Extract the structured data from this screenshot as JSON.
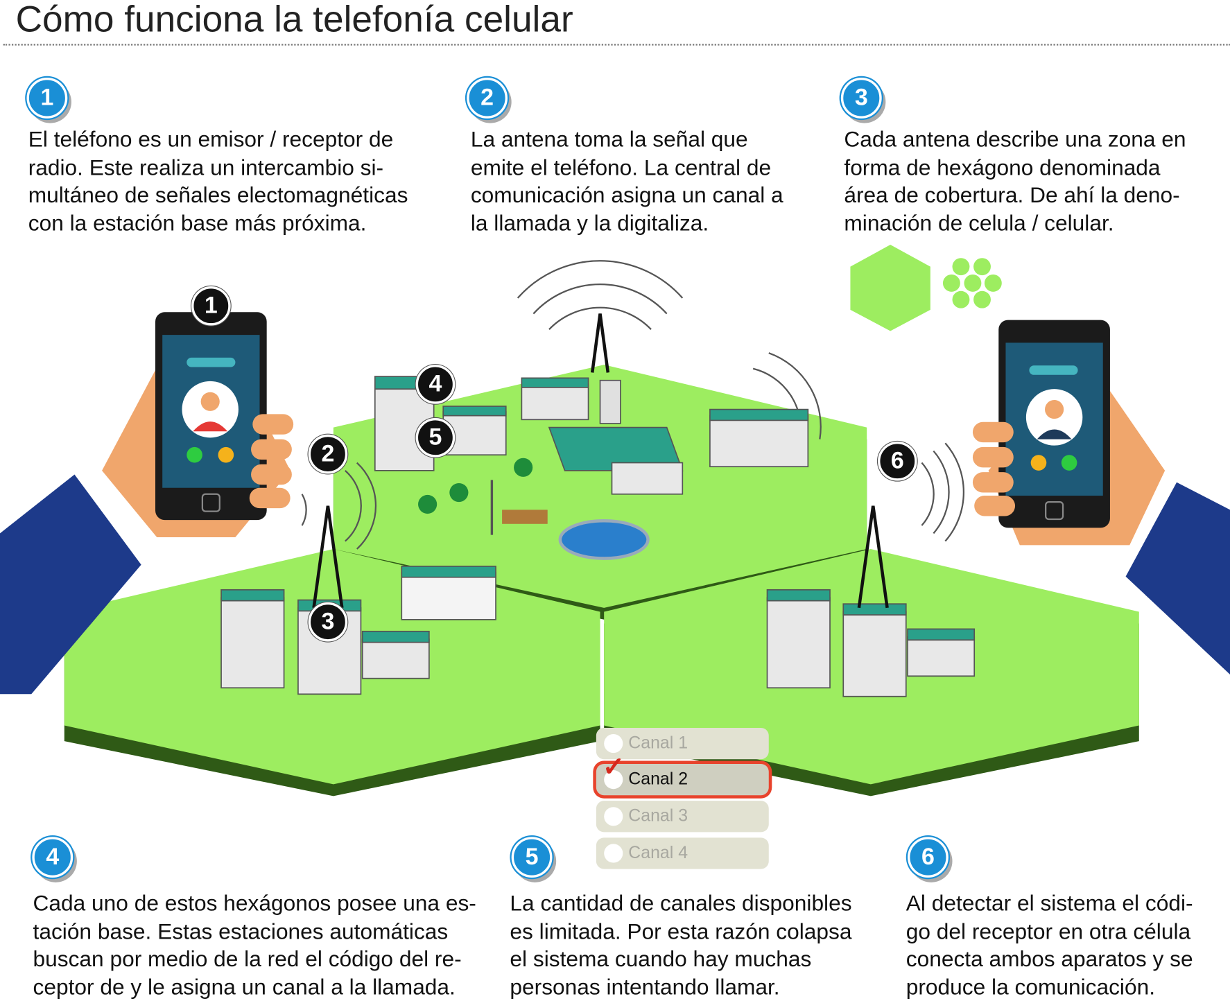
{
  "title": "Cómo funciona la telefonía celular",
  "steps": [
    {
      "number": "1",
      "lines": [
        "El teléfono es un emisor / receptor de",
        "radio. Este realiza un intercambio si-",
        "multáneo de señales electomagnéticas",
        "con la estación base más próxima."
      ]
    },
    {
      "number": "2",
      "lines": [
        "La antena toma la señal que",
        "emite el teléfono. La central de",
        "comunicación asigna un canal a",
        "la llamada y la digitaliza."
      ]
    },
    {
      "number": "3",
      "lines": [
        "Cada antena describe una zona en",
        "forma de hexágono denominada",
        "área de cobertura. De ahí la deno-",
        "minación de celula / celular."
      ]
    },
    {
      "number": "4",
      "lines": [
        "Cada uno de estos hexágonos posee una es-",
        "tación base. Estas estaciones automáticas",
        "buscan por medio de la red el código del re-",
        "ceptor de y le asigna un canal a la llamada."
      ]
    },
    {
      "number": "5",
      "lines": [
        "La cantidad de canales disponibles",
        "es limitada. Por esta razón colapsa",
        "el sistema cuando hay muchas",
        "personas intentando llamar."
      ]
    },
    {
      "number": "6",
      "lines": [
        "Al detectar el sistema el códi-",
        "go del receptor en otra célula",
        "conecta ambos aparatos y se",
        "produce la comunicación."
      ]
    }
  ],
  "markers": [
    "1",
    "2",
    "3",
    "4",
    "5",
    "6"
  ],
  "channels": [
    {
      "label": "Canal 1",
      "selected": false
    },
    {
      "label": "Canal 2",
      "selected": true
    },
    {
      "label": "Canal 3",
      "selected": false
    },
    {
      "label": "Canal 4",
      "selected": false
    }
  ],
  "check_mark": "✓",
  "colors": {
    "accent": "#1a8fd6",
    "hex_green": "#9ded60",
    "hex_edge": "#2f5a16",
    "selected_border": "#e8432c",
    "sleeve": "#1d3a8a",
    "skin": "#f0a66c",
    "phone_screen": "#1e5a78"
  }
}
